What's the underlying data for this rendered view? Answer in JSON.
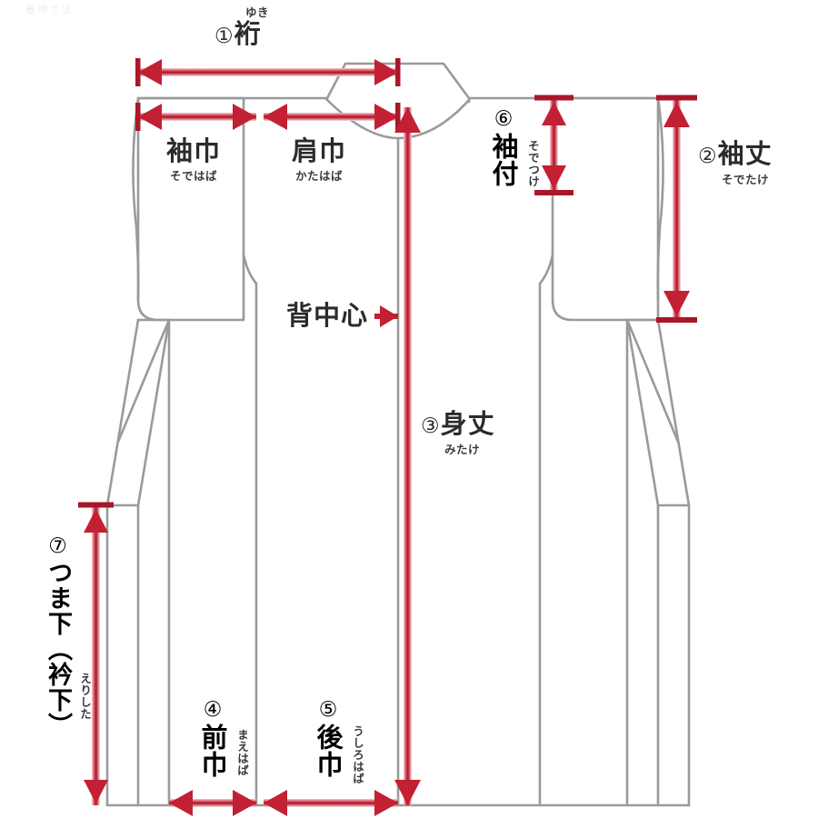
{
  "diagram": {
    "title": "kimono-measurement-diagram",
    "colors": {
      "outline": "#9a9a9a",
      "arrow_dark": "#b01b2e",
      "arrow_light": "#f0a8b2",
      "arrow_mid": "#d93a4a",
      "text": "#2b2b2b",
      "background": "#ffffff"
    },
    "ghost_text": "着物寸法"
  },
  "measurements": [
    {
      "id": "yuki",
      "number": "①",
      "kanji": "裄",
      "furigana": "ゆき",
      "orientation": "horizontal"
    },
    {
      "id": "sodetake",
      "number": "②",
      "kanji": "袖丈",
      "furigana": "そでたけ",
      "orientation": "vertical"
    },
    {
      "id": "mitake",
      "number": "③",
      "kanji": "身丈",
      "furigana": "みたけ",
      "orientation": "vertical"
    },
    {
      "id": "maehaba",
      "number": "④",
      "kanji": "前巾",
      "furigana": "まえはば",
      "orientation": "horizontal"
    },
    {
      "id": "ushirohaba",
      "number": "⑤",
      "kanji": "後巾",
      "furigana": "うしろはば",
      "orientation": "horizontal"
    },
    {
      "id": "sodetsuke",
      "number": "⑥",
      "kanji": "袖付",
      "furigana": "そでつけ",
      "orientation": "vertical"
    },
    {
      "id": "tsumashita",
      "number": "⑦",
      "kanji": "つま下（衿下）",
      "furigana": "えりした",
      "orientation": "vertical"
    },
    {
      "id": "sodehaba",
      "number": "",
      "kanji": "袖巾",
      "furigana": "そではば",
      "orientation": "horizontal"
    },
    {
      "id": "katahaba",
      "number": "",
      "kanji": "肩巾",
      "furigana": "かたはば",
      "orientation": "horizontal"
    },
    {
      "id": "senakachushin",
      "number": "",
      "kanji": "背中心",
      "furigana": "",
      "orientation": "horizontal"
    }
  ]
}
